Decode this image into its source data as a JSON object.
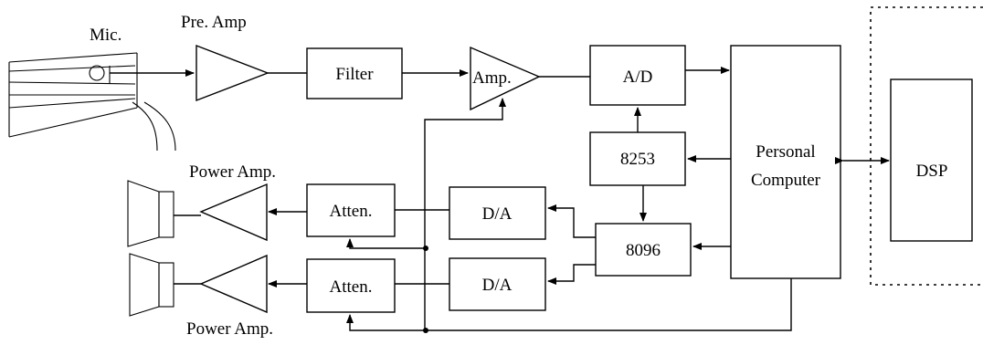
{
  "labels": {
    "mic": "Mic.",
    "pre_amp": "Pre. Amp",
    "filter": "Filter",
    "amp": "Amp.",
    "ad": "A/D",
    "timer": "8253",
    "mcu": "8096",
    "pc_line1": "Personal",
    "pc_line2": "Computer",
    "dsp": "DSP",
    "power_amp_top": "Power Amp.",
    "power_amp_bottom": "Power Amp.",
    "atten_top": "Atten.",
    "atten_bottom": "Atten.",
    "da_top": "D/A",
    "da_bottom": "D/A"
  }
}
